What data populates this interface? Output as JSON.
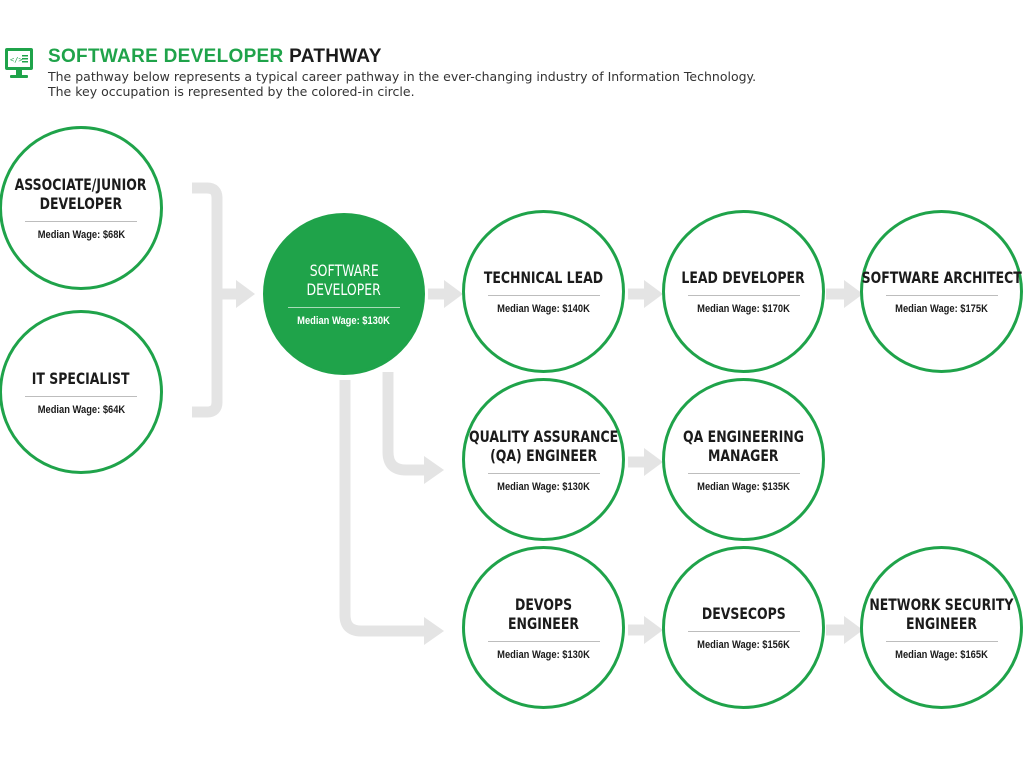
{
  "header": {
    "title_accent": "SOFTWARE DEVELOPER",
    "title_rest": "PATHWAY",
    "subtitle_line1": "The pathway below represents a typical career pathway in the ever-changing industry of Information Technology.",
    "subtitle_line2": "The key occupation is represented by the colored-in circle.",
    "icon": "code-monitor-icon"
  },
  "colors": {
    "accent": "#1fa34a",
    "connector": "#e4e4e4"
  },
  "nodes": {
    "associate": {
      "title1": "ASSOCIATE/JUNIOR",
      "title2": "DEVELOPER",
      "wage": "Median Wage: $68K"
    },
    "it_specialist": {
      "title1": "IT SPECIALIST",
      "wage": "Median Wage: $64K"
    },
    "software_developer": {
      "title1": "SOFTWARE",
      "title2": "DEVELOPER",
      "wage": "Median Wage: $130K"
    },
    "technical_lead": {
      "title1": "TECHNICAL LEAD",
      "wage": "Median Wage: $140K"
    },
    "lead_developer": {
      "title1": "LEAD DEVELOPER",
      "wage": "Median Wage: $170K"
    },
    "software_architect": {
      "title1": "SOFTWARE ARCHITECT",
      "wage": "Median Wage: $175K"
    },
    "qa_engineer": {
      "title1": "QUALITY ASSURANCE",
      "title2": "(QA) ENGINEER",
      "wage": "Median Wage: $130K"
    },
    "qa_manager": {
      "title1": "QA ENGINEERING",
      "title2": "MANAGER",
      "wage": "Median Wage: $135K"
    },
    "devops": {
      "title1": "DevOps",
      "title2": "ENGINEER",
      "wage": "Median Wage: $130K"
    },
    "devsecops": {
      "title1": "DevSecOps",
      "wage": "Median Wage: $156K"
    },
    "network_security": {
      "title1": "NETWORK SECURITY",
      "title2": "ENGINEER",
      "wage": "Median Wage: $165K"
    }
  }
}
